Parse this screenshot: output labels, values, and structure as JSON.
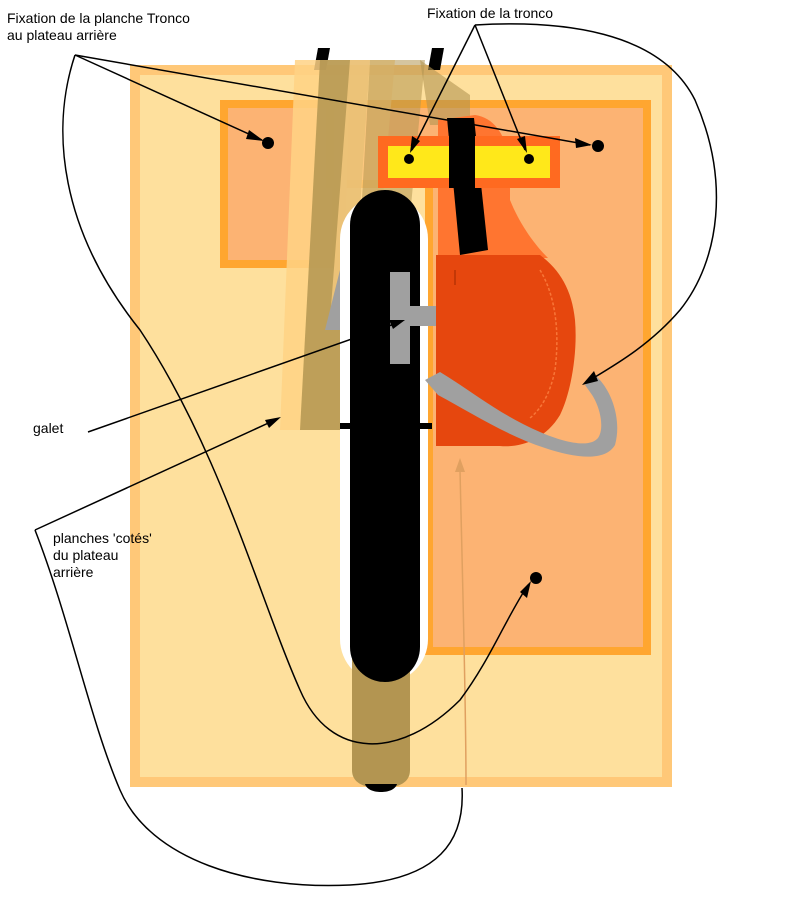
{
  "labels": {
    "fixation_plateau": {
      "line1": "Fixation de la planche Tronco",
      "line2": "au plateau arrière"
    },
    "fixation_tronco": "Fixation de la tronco",
    "galet": "galet",
    "planches": {
      "line1": "planches 'cotés'",
      "line2": "du plateau",
      "line3": "arrière"
    }
  },
  "colors": {
    "plateau_fill": "#FEE09D",
    "plateau_border": "#FFC878",
    "orange_plank": "#FFA630",
    "orange_plank_fill": "#FCB373",
    "tronco_bar": "#FF6A20",
    "tronco_yellow": "#FFE81A",
    "chainsaw_body": "#E6470E",
    "chainsaw_top": "#FF7530",
    "wheel": "#000000",
    "wheel_white": "#FFFFFF",
    "grey": "#A0A0A0",
    "side_plank_light": "#FFD285",
    "side_plank_dark": "#B39551",
    "arrow_thin": "#E0A060",
    "line": "#000000"
  }
}
